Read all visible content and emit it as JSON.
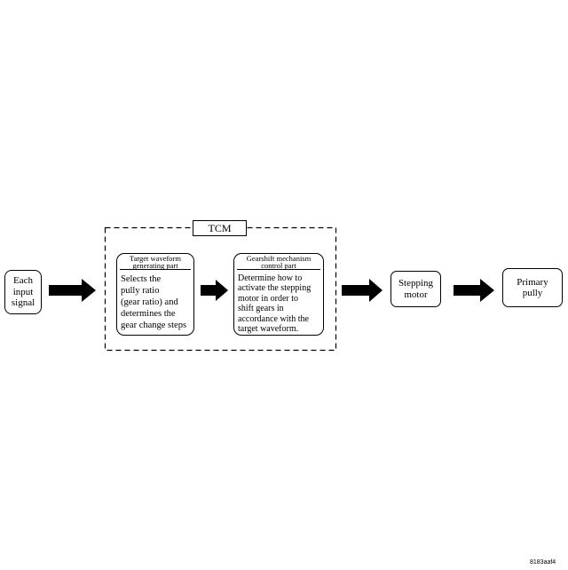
{
  "input_signal": {
    "lines": [
      "Each",
      "input",
      "signal"
    ]
  },
  "tcm": {
    "label": "TCM"
  },
  "target_waveform": {
    "header": [
      "Target waveform",
      "generating part"
    ],
    "body": [
      "Selects the",
      "pully ratio",
      "(gear ratio) and",
      "determines the",
      "gear change steps"
    ]
  },
  "gearshift_control": {
    "header": [
      "Gearshift mechanism",
      "control part"
    ],
    "body": [
      "Determine how to",
      "activate the stepping",
      "motor in order to",
      "shift gears in",
      "accordance with the",
      "target waveform."
    ]
  },
  "stepping_motor": {
    "lines": [
      "Stepping",
      "motor"
    ]
  },
  "primary_pully": {
    "lines": [
      "Primary",
      "pully"
    ]
  },
  "image_code": "8183aaf4"
}
